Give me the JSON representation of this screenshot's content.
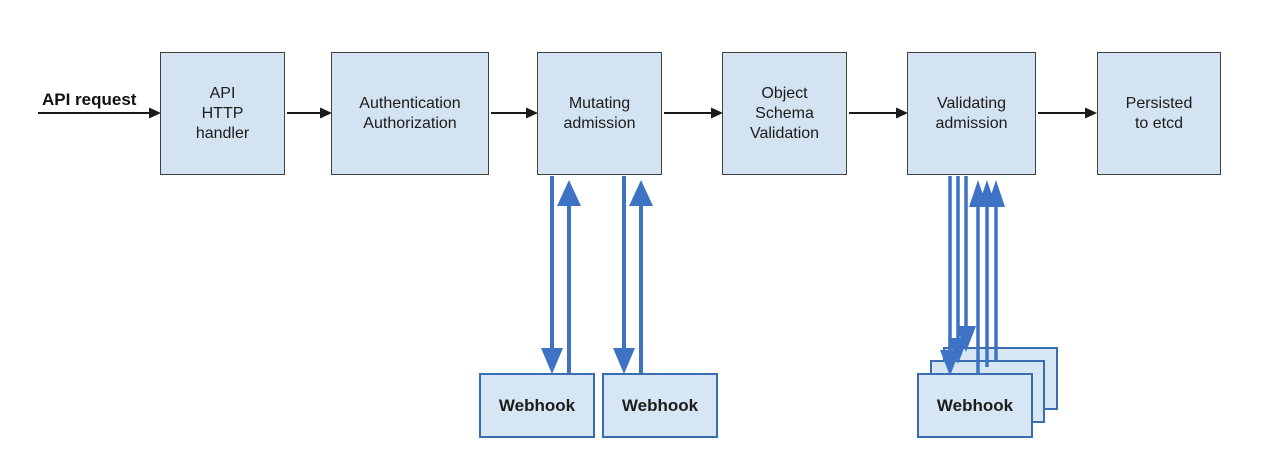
{
  "diagram": {
    "input_label": "API request",
    "stages": [
      {
        "name": "api-http-handler",
        "label": "API\nHTTP\nhandler"
      },
      {
        "name": "authentication-authorization",
        "label": "Authentication\nAuthorization"
      },
      {
        "name": "mutating-admission",
        "label": "Mutating\nadmission"
      },
      {
        "name": "object-schema-validation",
        "label": "Object\nSchema\nValidation"
      },
      {
        "name": "validating-admission",
        "label": "Validating\nadmission"
      },
      {
        "name": "persisted-to-etcd",
        "label": "Persisted\nto etcd"
      }
    ],
    "mutating_webhooks": [
      {
        "label": "Webhook"
      },
      {
        "label": "Webhook"
      }
    ],
    "validating_webhooks": {
      "stack_count": 3,
      "front_label": "Webhook"
    },
    "connections": [
      {
        "from": "API request",
        "to": "API HTTP handler",
        "style": "black-arrow"
      },
      {
        "from": "API HTTP handler",
        "to": "Authentication Authorization",
        "style": "black-arrow"
      },
      {
        "from": "Authentication Authorization",
        "to": "Mutating admission",
        "style": "black-arrow"
      },
      {
        "from": "Mutating admission",
        "to": "Object Schema Validation",
        "style": "black-arrow"
      },
      {
        "from": "Object Schema Validation",
        "to": "Validating admission",
        "style": "black-arrow"
      },
      {
        "from": "Validating admission",
        "to": "Persisted to etcd",
        "style": "black-arrow"
      },
      {
        "from": "Mutating admission",
        "to": "Webhook 1",
        "style": "blue-bidirectional"
      },
      {
        "from": "Mutating admission",
        "to": "Webhook 2",
        "style": "blue-bidirectional"
      },
      {
        "from": "Validating admission",
        "to": "Webhook stack",
        "style": "blue-bidirectional",
        "arrow_pairs": 3
      }
    ],
    "colors": {
      "box_fill": "#d3e3f1",
      "box_border": "#404040",
      "webhook_fill": "#d7e6f4",
      "webhook_border": "#3a6cb0",
      "arrow_black": "#1a1a1a",
      "arrow_blue": "#3e72c4",
      "background": "#ffffff"
    }
  }
}
